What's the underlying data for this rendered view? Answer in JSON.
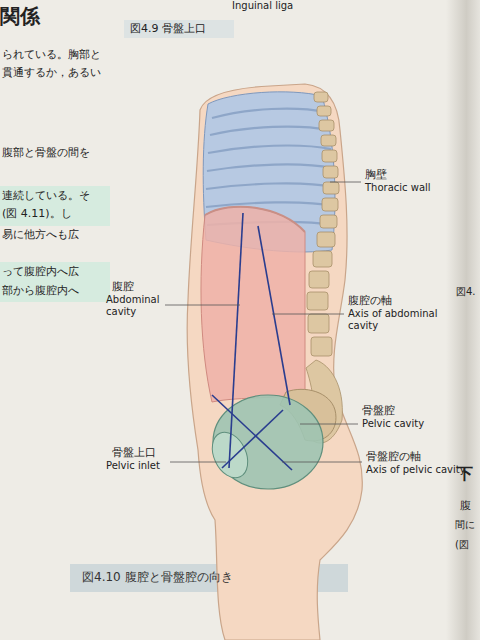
{
  "diagram": {
    "caption": "図4.10 腹腔と骨盤腔の向き",
    "labels": [
      "関係",
      "Inguinal liga",
      "図4.9 骨盤上口",
      "られている。胸部と",
      "貫通するか，あるい",
      "腹部と骨盤の間を",
      "連続している。そ",
      "(図 4.11)。し",
      "易に他方へも広",
      "って腹腔内へ広",
      "部から腹腔内へ",
      "胸壁",
      "Thoracic wall",
      "腹腔",
      "Abdominal cavity",
      "腹腔の軸",
      "Axis of abdominal cavity",
      "骨盤腔",
      "Pelvic cavity",
      "骨盤上口",
      "Pelvic inlet",
      "骨盤腔の軸",
      "Axis of pelvic cavity",
      "図4.",
      "下",
      "腹",
      "間に",
      "(図"
    ]
  }
}
